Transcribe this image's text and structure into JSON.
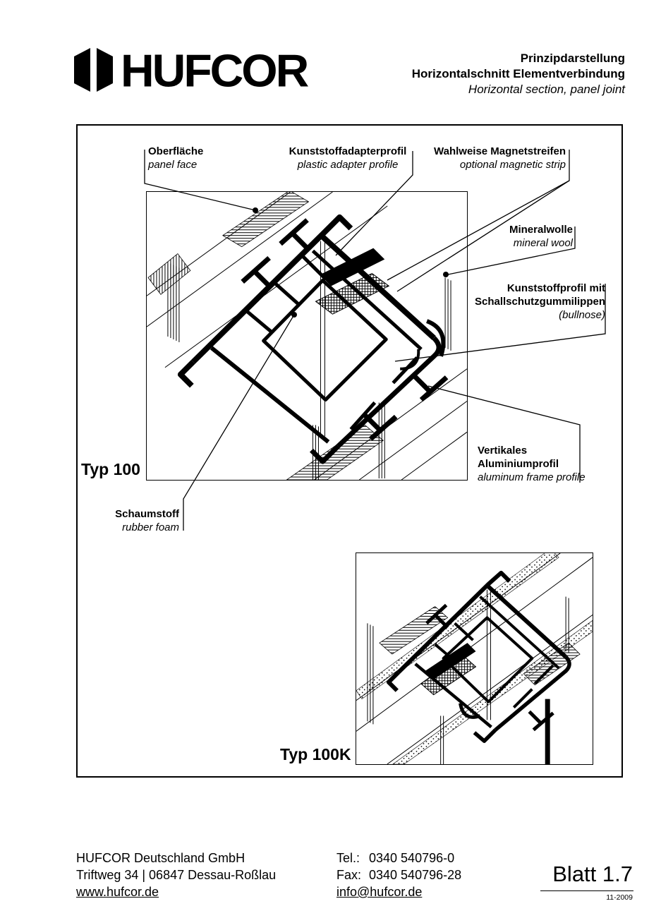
{
  "colors": {
    "ink": "#000000",
    "paper": "#ffffff"
  },
  "header": {
    "logo_text": "HUFCOR",
    "title_line1": "Prinzipdarstellung",
    "title_line2": "Horizontalschnitt Elementverbindung",
    "title_line3": "Horizontal section, panel joint"
  },
  "drawing": {
    "typ100_caption": "Typ 100",
    "typ100k_caption": "Typ 100K",
    "labels": {
      "panel_face": {
        "de": "Oberfläche",
        "en": "panel face"
      },
      "adapter": {
        "de": "Kunststoffadapterprofil",
        "en": "plastic adapter profile"
      },
      "magnet": {
        "de": "Wahlweise Magnetstreifen",
        "en": "optional magnetic strip"
      },
      "wool": {
        "de": "Mineralwolle",
        "en": "mineral wool"
      },
      "bullnose": {
        "de1": "Kunststoffprofil mit",
        "de2": "Schallschutzgummilippen",
        "en": "(bullnose)"
      },
      "frame": {
        "de1": "Vertikales",
        "de2": "Aluminiumprofil",
        "en": "aluminum frame profile"
      },
      "foam": {
        "de": "Schaumstoff",
        "en": "rubber foam"
      }
    }
  },
  "footer": {
    "company": "HUFCOR Deutschland GmbH",
    "address": "Triftweg 34 | 06847 Dessau-Roßlau",
    "website": "www.hufcor.de",
    "tel_label": "Tel.:",
    "tel_number": "0340 540796-0",
    "fax_label": "Fax:",
    "fax_number": "0340 540796-28",
    "email": "info@hufcor.de",
    "sheet": "Blatt 1.7",
    "revision": "11-2009"
  }
}
